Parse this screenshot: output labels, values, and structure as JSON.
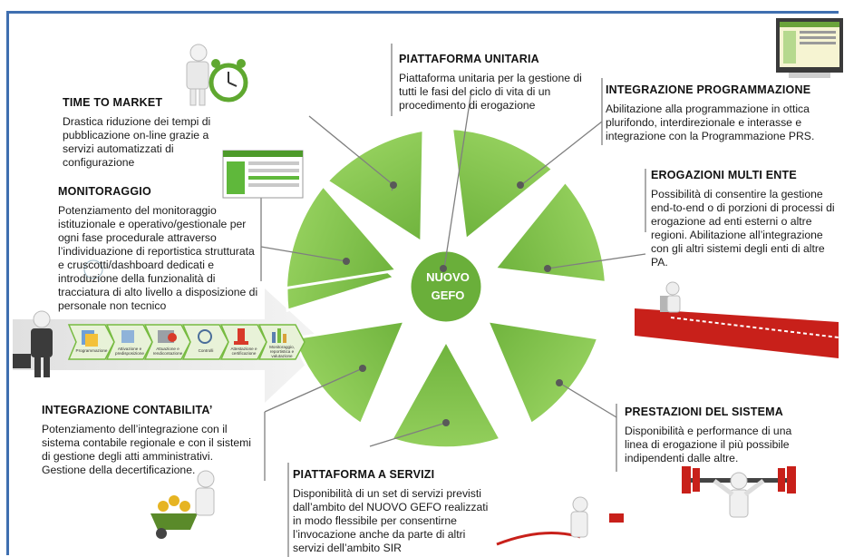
{
  "hub": {
    "line1": "NUOVO",
    "line2": "GEFO"
  },
  "sections": {
    "time_to_market": {
      "title": "TIME TO MARKET",
      "text": "Drastica riduzione dei tempi di pubblicazione on-line grazie a servizi automatizzati di configurazione"
    },
    "piattaforma_unitaria": {
      "title": "PIATTAFORMA  UNITARIA",
      "text": "Piattaforma unitaria  per la gestione di tutti le fasi del ciclo di vita di un procedimento di erogazione"
    },
    "integrazione_programmazione": {
      "title": "INTEGRAZIONE  PROGRAMMAZIONE",
      "text": "Abilitazione alla programmazione  in ottica plurifondo, interdirezionale  e interasse e integrazione  con la Programmazione  PRS."
    },
    "monitoraggio": {
      "title": "MONITORAGGIO",
      "text": "Potenziamento del monitoraggio istituzionale e operativo/gestionale per ogni fase procedurale  attraverso l’individuazione  di reportistica strutturata e cruscotti/dashboard dedicati e introduzione  della funzionalità  di tracciatura di alto livello a disposizione di personale non tecnico"
    },
    "erogazioni_multi_ente": {
      "title": "EROGAZIONI  MULTI ENTE",
      "text": "Possibilità di consentire la gestione end-to-end  o di porzioni di processi di erogazione ad enti esterni  o altre regioni.  Abilitazione all’integrazione  con gli altri sistemi degli enti di altre PA."
    },
    "integrazione_contabilita": {
      "title": "INTEGRAZIONE  CONTABILITA’",
      "text": "Potenziamento dell’integrazione  con il sistema contabile regionale  e con il sistemi di gestione degli atti amministrativi.  Gestione della decertificazione."
    },
    "prestazioni_sistema": {
      "title": "PRESTAZIONI  DEL SISTEMA",
      "text": "Disponibilità e performance  di una linea di erogazione  il più possibile indipendenti dalle altre."
    },
    "piattaforma_servizi": {
      "title": "PIATTAFORMA  A SERVIZI",
      "text": "Disponibilità  di un set di servizi previsti dall’ambito del NUOVO  GEFO realizzati in modo flessibile per consentirne l’invocazione  anche da parte di altri servizi dell’ambito  SIR"
    }
  },
  "process_steps": [
    "Programmazione",
    "Attivazione e predisposizione",
    "Attuazione e rendicontazione",
    "Controlli",
    "Attestazione e certificazione",
    "Monitoraggio, reportistica e valutazione"
  ],
  "colors": {
    "petal": "#77bb41",
    "petal_light": "#92cf5c",
    "hub": "#6aaf3a",
    "frame": "#3f6fb0",
    "connector": "#808080"
  },
  "icons": [
    "clock-icon",
    "businessman-icon",
    "screen-icon",
    "zipper-icon",
    "weightlifter-icon",
    "plug-icon",
    "wheelbarrow-coins-icon"
  ]
}
